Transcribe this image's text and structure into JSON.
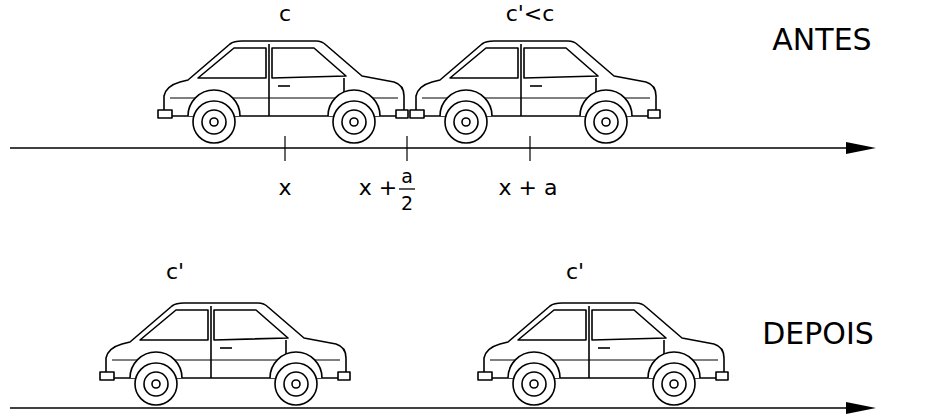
{
  "diagram": {
    "labels": [
      "c",
      "c'<c",
      "ANTES",
      "x",
      "x +",
      "a",
      "2",
      "x + a",
      "c'",
      "c'",
      "DEPOIS"
    ]
  }
}
